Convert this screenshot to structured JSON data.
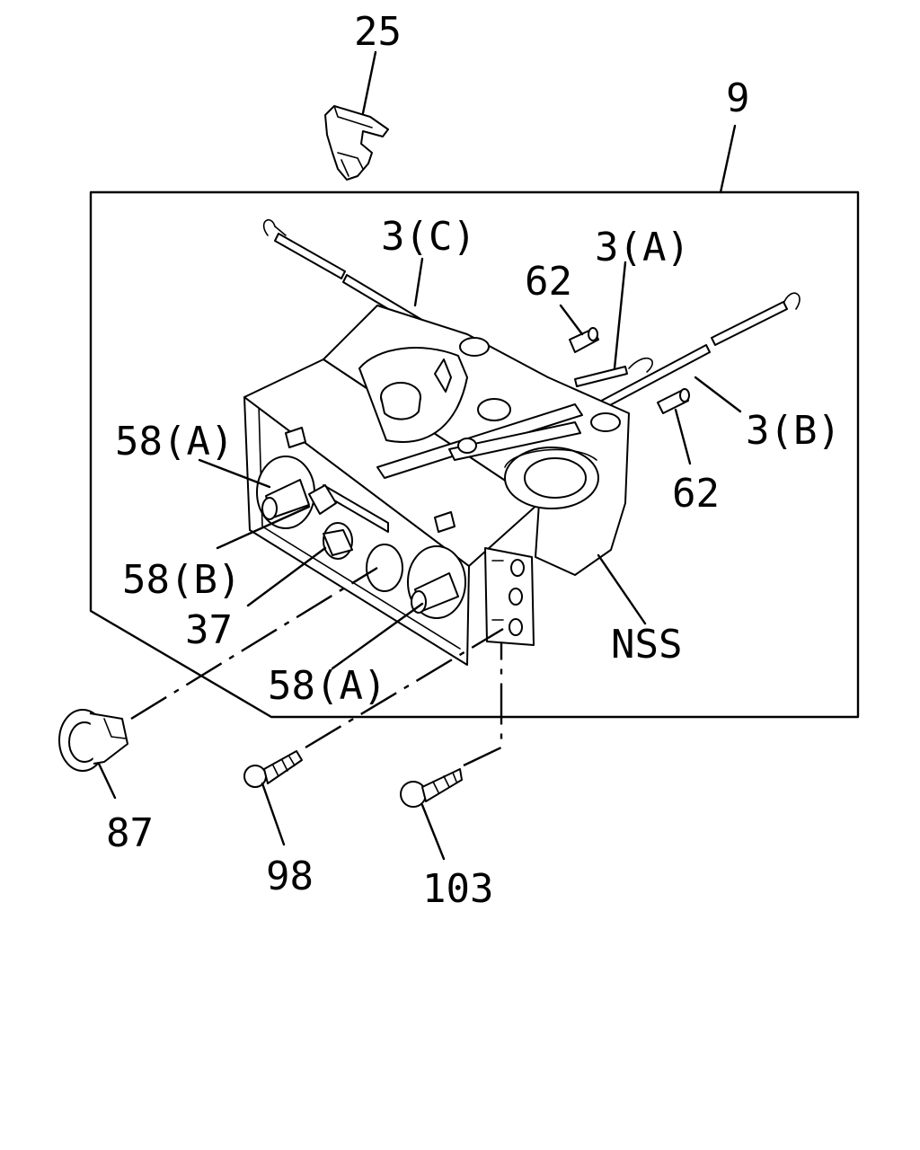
{
  "callouts": {
    "c25": "25",
    "c9": "9",
    "c3C": "3(C)",
    "c3A": "3(A)",
    "c62a": "62",
    "c62b": "62",
    "c3B": "3(B)",
    "c58A_top": "58(A)",
    "c58B": "58(B)",
    "c37": "37",
    "c58A_bottom": "58(A)",
    "cNSS": "NSS",
    "c87": "87",
    "c98": "98",
    "c103": "103"
  }
}
